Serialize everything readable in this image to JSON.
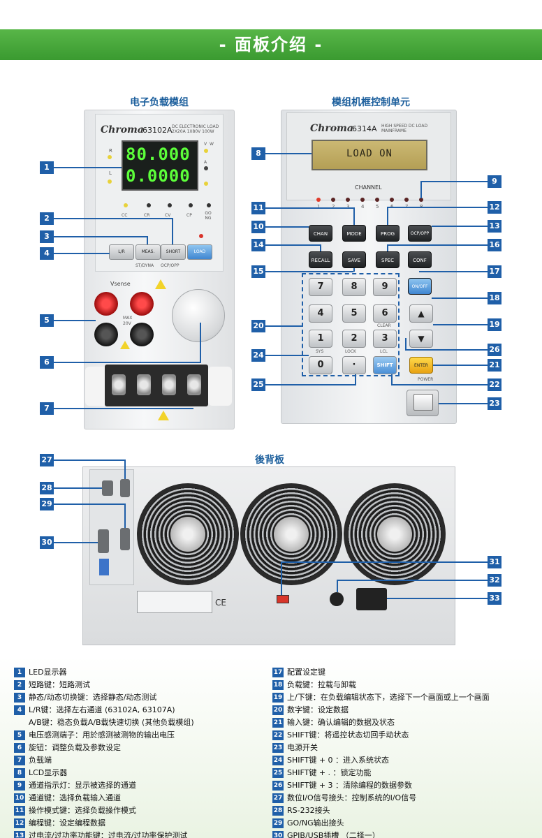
{
  "banner": {
    "title": "- 面板介绍 -"
  },
  "sections": {
    "module": "电子负载模组",
    "mainframe": "模组机框控制单元",
    "rear": "後背板"
  },
  "module": {
    "brand": "Chroma",
    "model": "63102A",
    "desc1": "DC ELECTRONIC LOAD",
    "desc2": "2X20A 1X80V 100W",
    "display_top": "80.000",
    "display_bottom": "0.0000",
    "label_R": "R",
    "label_L": "L",
    "unit_V": "V",
    "unit_A": "A",
    "unit_W": "W",
    "indicators": [
      "CC",
      "CR",
      "CV",
      "CP",
      "GO NG"
    ],
    "buttons": {
      "lr": "L/R",
      "meas": "MEAS.",
      "short": "SHORT",
      "load": "LOAD"
    },
    "btn_sub1": "ST/DYNA",
    "btn_sub2": "OCP/OPP",
    "vsense": "Vsense",
    "max": "MAX",
    "sense_max": "20V"
  },
  "mainframe": {
    "brand": "Chroma",
    "model": "6314A",
    "desc1": "HIGH SPEED DC LOAD",
    "desc2": "MAINFRAME",
    "lcd": "LOAD ON",
    "channel_label": "CHANNEL",
    "channels": [
      "1",
      "2",
      "3",
      "4",
      "5",
      "6",
      "7",
      "8"
    ],
    "func_buttons": {
      "chan": "CHAN",
      "mode": "MODE",
      "prog": "PROG",
      "ocp": "OCP/OPP",
      "recall": "RECALL",
      "save": "SAVE",
      "spec": "SPEC",
      "conf": "CONF",
      "onoff": "ON/OFF",
      "enter": "ENTER",
      "shift": "SHIFT"
    },
    "keys": [
      "7",
      "8",
      "9",
      "4",
      "5",
      "6",
      "1",
      "2",
      "3",
      "0",
      "·"
    ],
    "clear": "CLEAR",
    "sys": "SYS",
    "lock": "LOCK",
    "lcl": "LCL",
    "power": "POWER"
  },
  "callouts": [
    "1",
    "2",
    "3",
    "4",
    "5",
    "6",
    "7",
    "8",
    "9",
    "10",
    "11",
    "12",
    "13",
    "14",
    "15",
    "16",
    "17",
    "18",
    "19",
    "20",
    "21",
    "22",
    "23",
    "24",
    "25",
    "26",
    "27",
    "28",
    "29",
    "30",
    "31",
    "32",
    "33"
  ],
  "legend": [
    {
      "n": "1",
      "t": "LED显示器"
    },
    {
      "n": "2",
      "t": "短路键：短路测试"
    },
    {
      "n": "3",
      "t": "静态/动态切换键：选择静态/动态测试"
    },
    {
      "n": "4",
      "t": "L/R键：选择左右通道 (63102A, 63107A)"
    },
    {
      "n": "",
      "t": "A/B键：稳态负载A/B载快速切换 (其他负载模组)"
    },
    {
      "n": "5",
      "t": "电压感测端子：用於感测被测物的输出电压"
    },
    {
      "n": "6",
      "t": "旋钮：调整负载及参数设定"
    },
    {
      "n": "7",
      "t": "负载端"
    },
    {
      "n": "8",
      "t": "LCD显示器"
    },
    {
      "n": "9",
      "t": "通道指示灯：显示被选择的通道"
    },
    {
      "n": "10",
      "t": "通道键：选择负载输入通道"
    },
    {
      "n": "11",
      "t": "操作模式键：选择负载操作模式"
    },
    {
      "n": "12",
      "t": "编程键：设定编程数据"
    },
    {
      "n": "13",
      "t": "过电流/过功率功能键：过电流/过功率保护测试"
    },
    {
      "n": "17",
      "t": "配置设定键"
    },
    {
      "n": "18",
      "t": "负载键：拉载与卸载"
    },
    {
      "n": "19",
      "t": "上/下键：在负载编辑状态下，选择下一个画面或上一个画面"
    },
    {
      "n": "20",
      "t": "数字键：设定数据"
    },
    {
      "n": "21",
      "t": "输入键：确认编辑的数据及状态"
    },
    {
      "n": "22",
      "t": "SHIFT键：将遥控状态切回手动状态"
    },
    {
      "n": "23",
      "t": "电源开关"
    },
    {
      "n": "24",
      "t": "SHIFT键 + 0 ：进入系统状态"
    },
    {
      "n": "25",
      "t": "SHIFT键 + . ：锁定功能"
    },
    {
      "n": "26",
      "t": "SHIFT键 + 3 ：清除编程的数据参数"
    },
    {
      "n": "27",
      "t": "数位I/O信号接头：控制系统的I/O信号"
    },
    {
      "n": "28",
      "t": "RS-232接头"
    },
    {
      "n": "29",
      "t": "GO/NG输出接头"
    },
    {
      "n": "30",
      "t": "GPIB/USB插槽 （二择一）"
    }
  ]
}
